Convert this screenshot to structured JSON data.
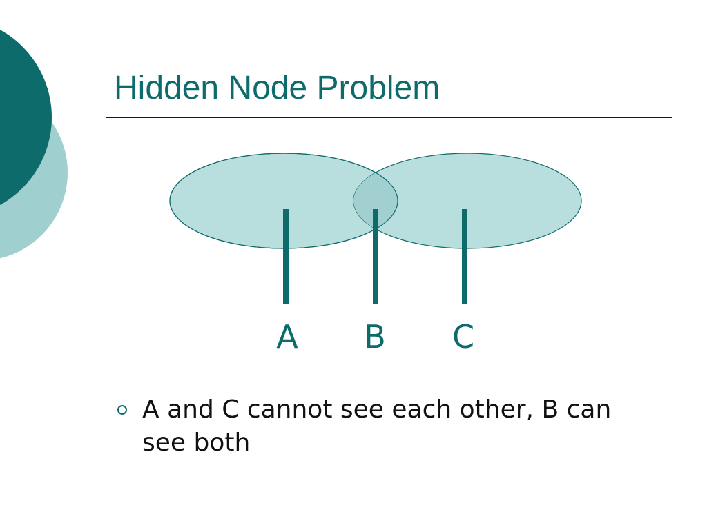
{
  "slide": {
    "title": "Hidden Node Problem",
    "bullet_text": "A and C cannot see each other, B can see both"
  },
  "diagram": {
    "nodes": [
      {
        "label": "A"
      },
      {
        "label": "B"
      },
      {
        "label": "C"
      }
    ]
  },
  "colors": {
    "accent": "#0e6b6b",
    "accent_light": "#9fcfcf",
    "range_fill": "#b8dede",
    "overlap_fill": "#a2cfcf",
    "text": "#111111"
  }
}
